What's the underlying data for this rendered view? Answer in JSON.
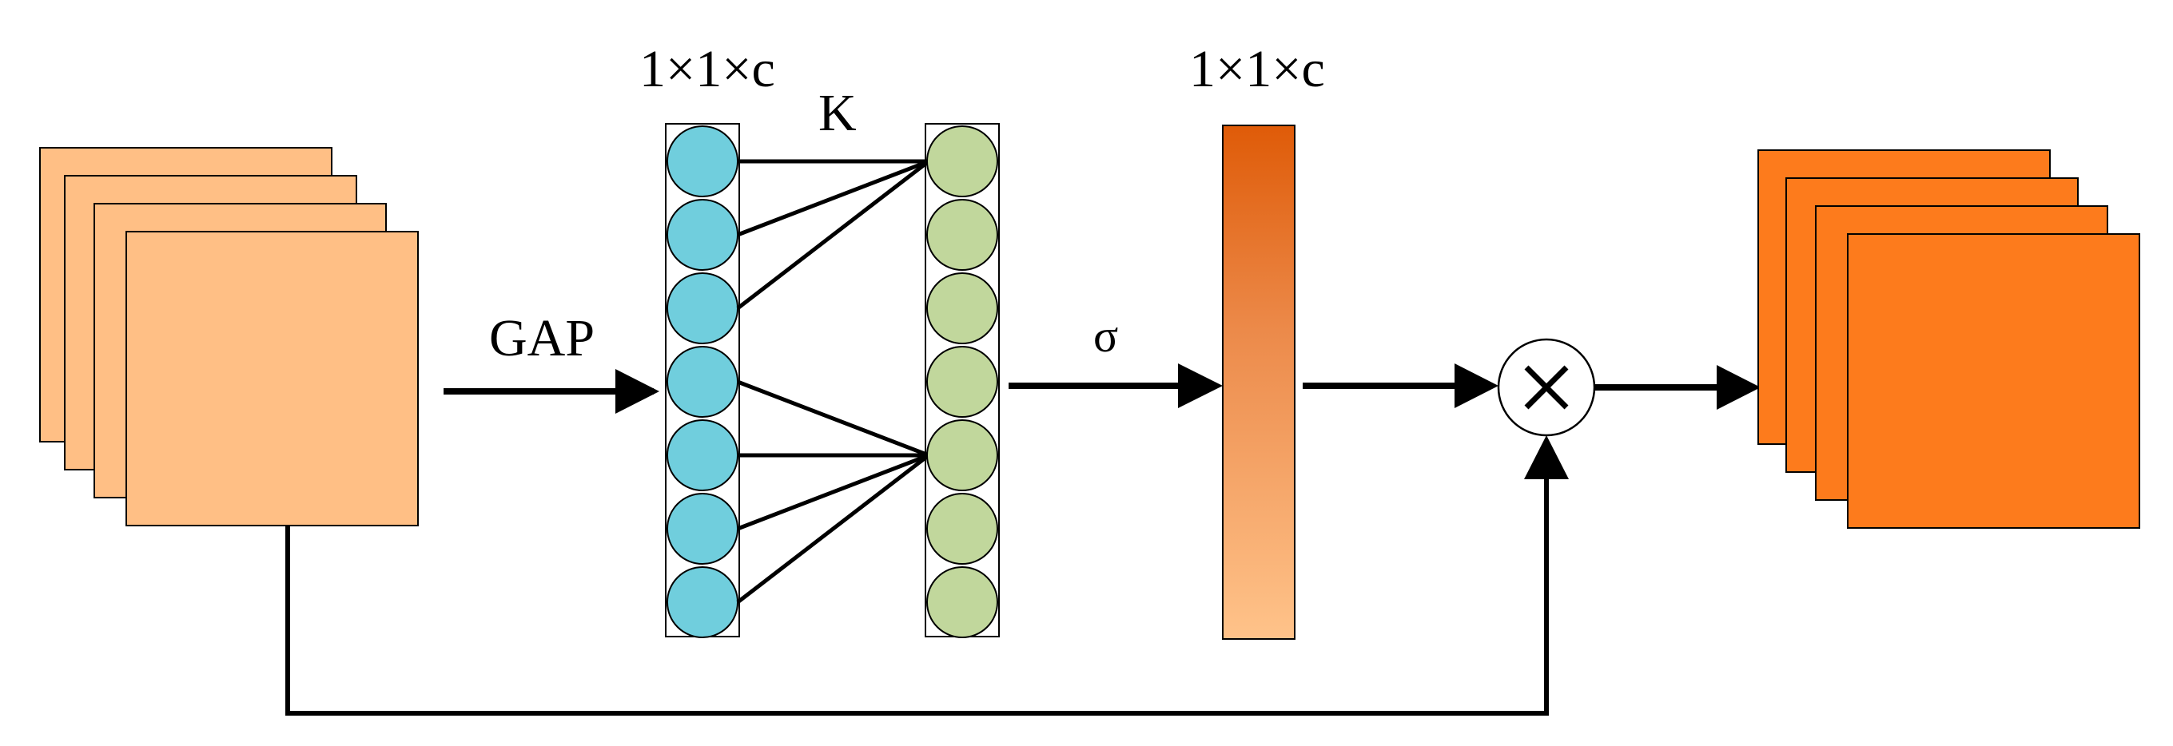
{
  "labels": {
    "gap": "GAP",
    "dim_left": "1×1×c",
    "kernel": "K",
    "sigma": "σ",
    "dim_right": "1×1×c",
    "multiply": "×"
  },
  "colors": {
    "input_maps": "#ffbf85",
    "output_maps": "#fd7b1c",
    "input_vector_nodes": "#70cedd",
    "output_vector_nodes": "#c1d79c",
    "weight_bar_top": "#df5b08",
    "weight_bar_bottom": "#ffc38a",
    "stroke": "#000000"
  },
  "structure": {
    "feature_map_layers": 4,
    "vector_nodes": 7,
    "kernel_connections": [
      [
        0,
        0
      ],
      [
        1,
        0
      ],
      [
        2,
        0
      ],
      [
        3,
        4
      ],
      [
        4,
        4
      ],
      [
        5,
        4
      ],
      [
        6,
        4
      ]
    ]
  }
}
